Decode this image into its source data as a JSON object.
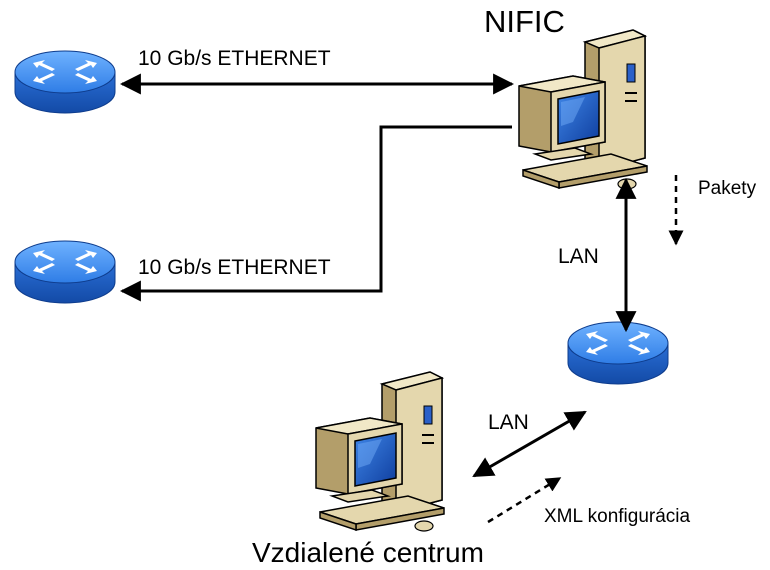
{
  "nodes": {
    "nific_label": "NIFIC",
    "remote_label": "Vzdialené centrum"
  },
  "links": {
    "eth_top_label": "10 Gb/s ETHERNET",
    "eth_bottom_label": "10 Gb/s ETHERNET",
    "lan_upper_label": "LAN",
    "lan_lower_label": "LAN",
    "pakety_label": "Pakety",
    "xml_label": "XML konfigurácia"
  },
  "colors": {
    "router_top": "#3f8ff0",
    "router_side": "#1e5fc4",
    "computer_case": "#e4d7ad",
    "computer_shadow": "#b39e6a",
    "screen": "#1a4fb8"
  }
}
